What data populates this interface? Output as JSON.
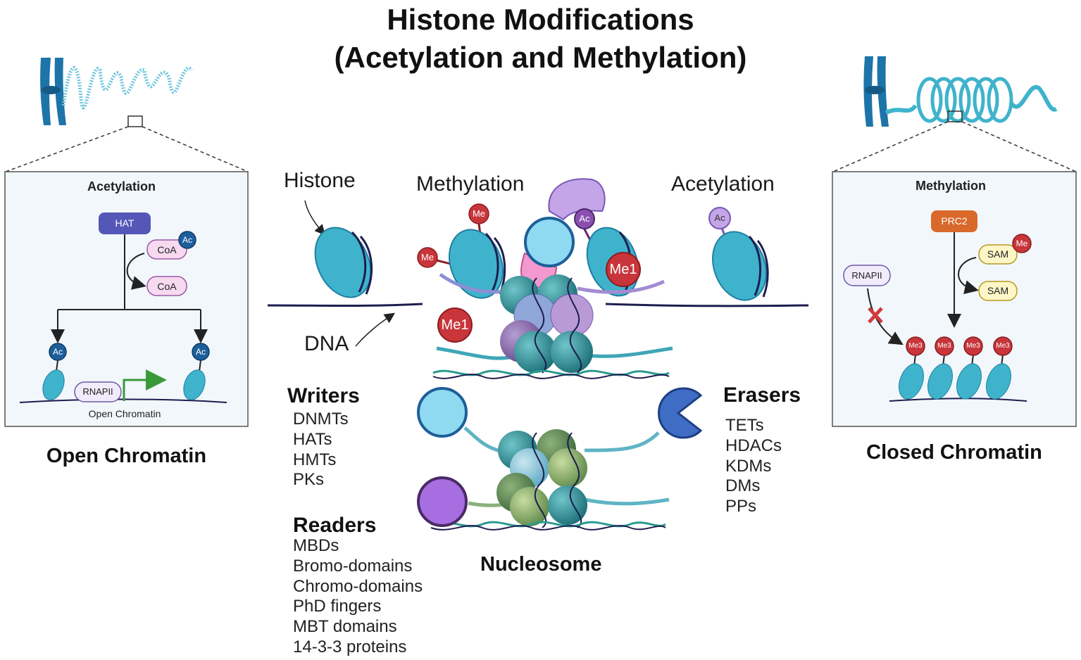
{
  "title": {
    "line1": "Histone Modifications",
    "line2": "(Acetylation and Methylation)"
  },
  "left_panel": {
    "heading": "Acetylation",
    "enzyme": "HAT",
    "cofactor_in": "CoA",
    "cofactor_out": "CoA",
    "ac_tag": "Ac",
    "polymerase": "RNAPII",
    "footer": "Open Chromatin",
    "caption": "Open Chromatin"
  },
  "right_panel": {
    "heading": "Methylation",
    "enzyme": "PRC2",
    "cofactor_in": "SAM",
    "cofactor_out": "SAM",
    "me_tag": "Me",
    "polymerase": "RNAPII",
    "me3_tag": "Me3",
    "caption": "Closed Chromatin"
  },
  "center": {
    "label_histone": "Histone",
    "label_dna": "DNA",
    "label_methylation": "Methylation",
    "label_acetylation": "Acetylation",
    "me_tag": "Me",
    "me1_tag": "Me1",
    "ac_tag": "Ac",
    "nucleosome_caption": "Nucleosome"
  },
  "writers": {
    "heading": "Writers",
    "items": [
      "DNMTs",
      "HATs",
      "HMTs",
      "PKs"
    ]
  },
  "readers": {
    "heading": "Readers",
    "items": [
      "MBDs",
      "Bromo-domains",
      "Chromo-domains",
      "PhD fingers",
      "MBT domains",
      "14-3-3 proteins"
    ]
  },
  "erasers": {
    "heading": "Erasers",
    "items": [
      "TETs",
      "HDACs",
      "KDMs",
      "DMs",
      "PPs"
    ]
  },
  "colors": {
    "histone": "#3fb3cc",
    "histone_dark": "#1f7fa0",
    "dna": "#1d1d4f",
    "me_red": "#c8353a",
    "ac_purple": "#b89ad8",
    "hat_blue": "#5557b8",
    "prc2_orange": "#d9692b",
    "sam_yellow": "#fff6c8",
    "coa_pink": "#f7d9f0",
    "chromosome": "#1d74a8"
  }
}
